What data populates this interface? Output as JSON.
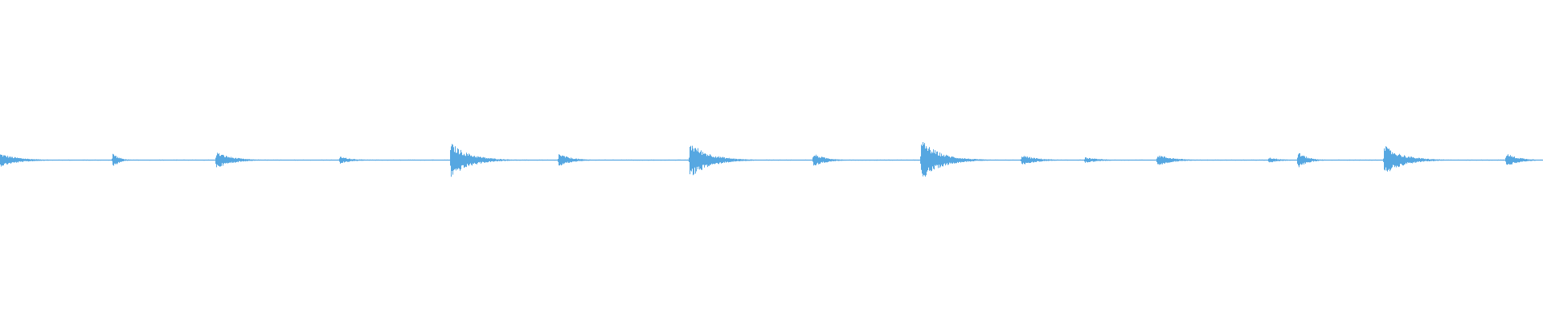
{
  "waveform": {
    "color": "#56a7e1",
    "baseline_color": "#56a7e1",
    "peak_amplitude_scale": 1.0,
    "transients": [
      {
        "time": 0.0,
        "amplitude": 0.14,
        "decay": 0.012
      },
      {
        "time": 0.073,
        "amplitude": 0.16,
        "decay": 0.004
      },
      {
        "time": 0.14,
        "amplitude": 0.18,
        "decay": 0.01
      },
      {
        "time": 0.22,
        "amplitude": 0.08,
        "decay": 0.008
      },
      {
        "time": 0.292,
        "amplitude": 0.37,
        "decay": 0.012
      },
      {
        "time": 0.362,
        "amplitude": 0.14,
        "decay": 0.008
      },
      {
        "time": 0.447,
        "amplitude": 0.39,
        "decay": 0.012
      },
      {
        "time": 0.527,
        "amplitude": 0.14,
        "decay": 0.008
      },
      {
        "time": 0.597,
        "amplitude": 0.43,
        "decay": 0.012
      },
      {
        "time": 0.662,
        "amplitude": 0.11,
        "decay": 0.01
      },
      {
        "time": 0.703,
        "amplitude": 0.06,
        "decay": 0.01
      },
      {
        "time": 0.75,
        "amplitude": 0.12,
        "decay": 0.01
      },
      {
        "time": 0.822,
        "amplitude": 0.06,
        "decay": 0.008
      },
      {
        "time": 0.841,
        "amplitude": 0.18,
        "decay": 0.006
      },
      {
        "time": 0.897,
        "amplitude": 0.31,
        "decay": 0.012
      },
      {
        "time": 0.976,
        "amplitude": 0.15,
        "decay": 0.008
      }
    ]
  }
}
